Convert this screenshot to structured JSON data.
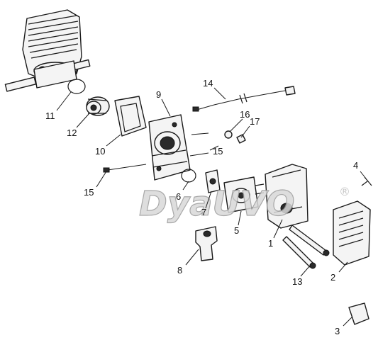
{
  "watermark": {
    "brand": "DyaUVO",
    "registered": "®"
  },
  "callouts": {
    "c1": "1",
    "c2": "2",
    "c3": "3",
    "c4": "4",
    "c5": "5",
    "c6": "6",
    "c7": "7",
    "c8": "8",
    "c9": "9",
    "c10": "10",
    "c11": "11",
    "c12": "12",
    "c13": "13",
    "c14": "14",
    "c15a": "15",
    "c15b": "15",
    "c16": "16",
    "c17": "17"
  }
}
